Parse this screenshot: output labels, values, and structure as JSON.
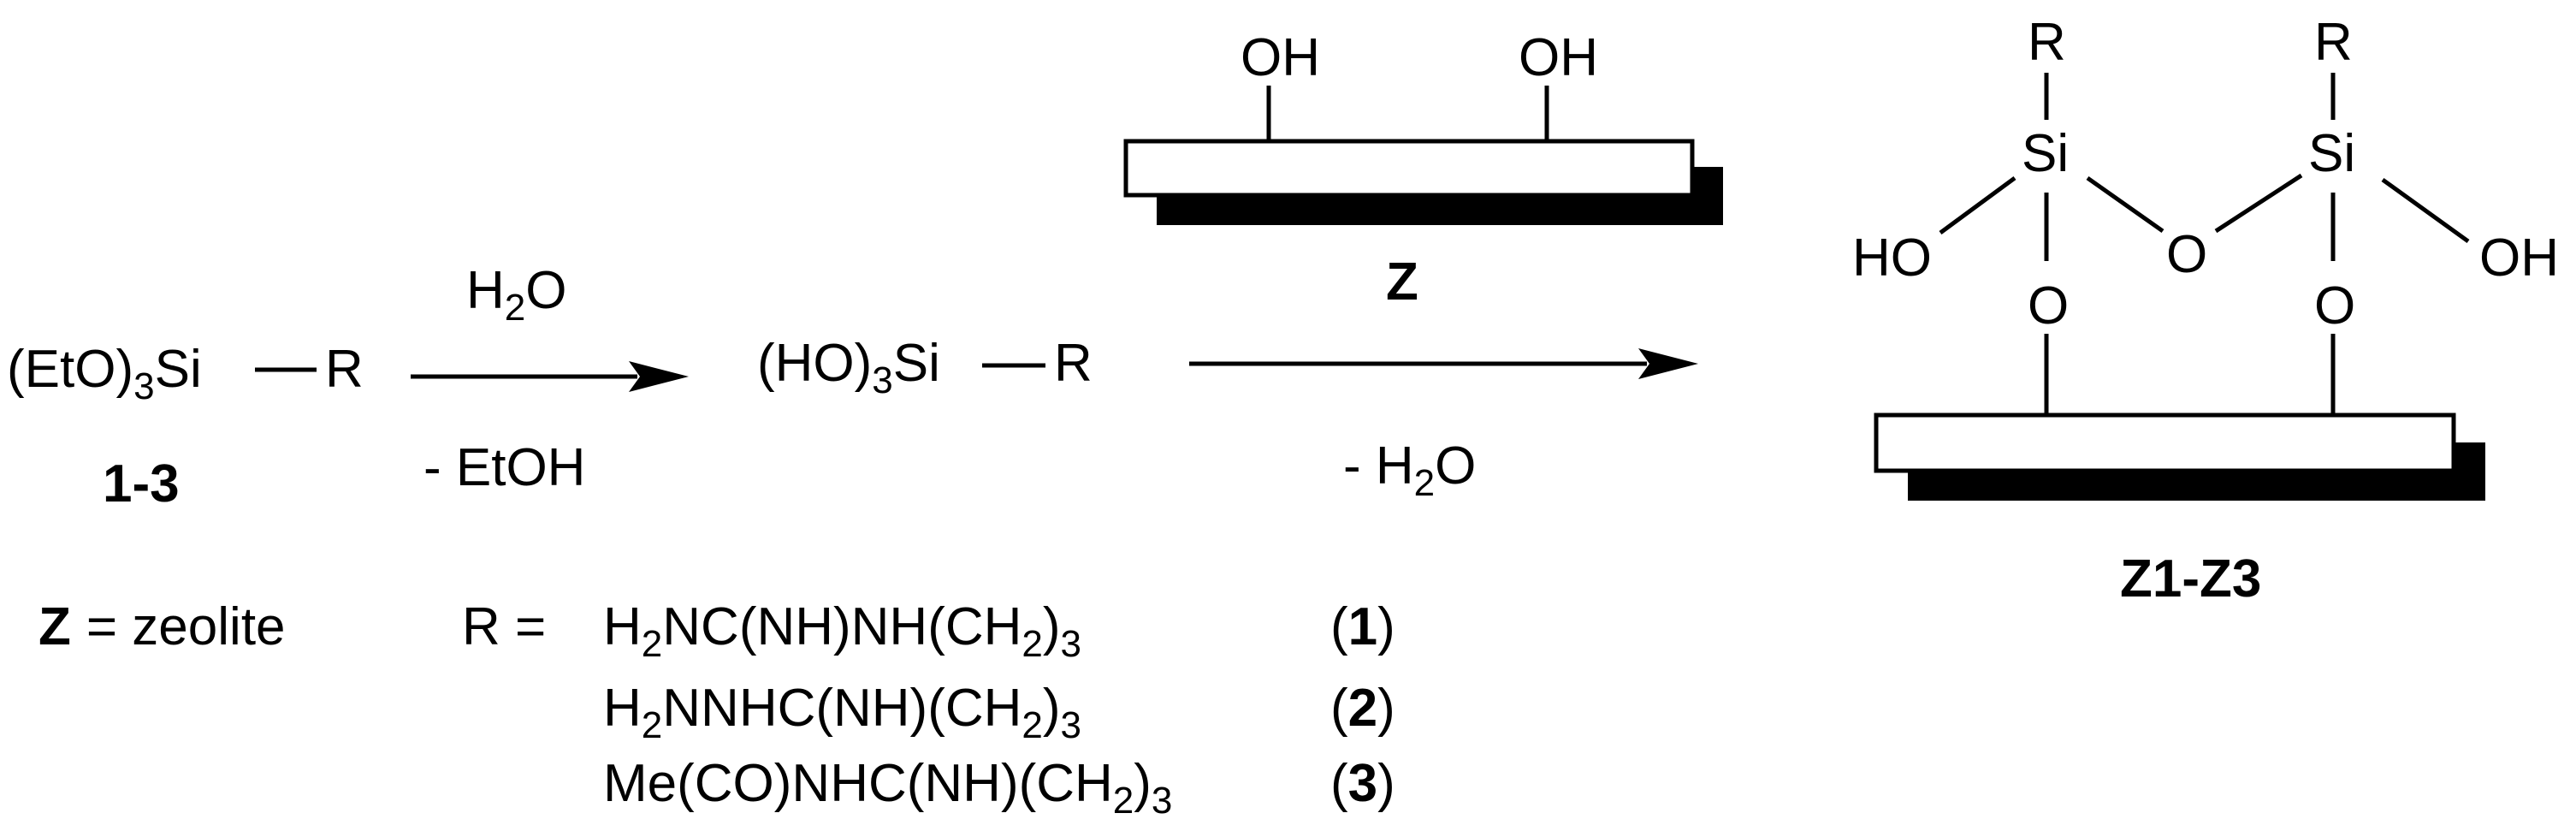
{
  "scheme": {
    "reactant": {
      "prefix": "(EtO)",
      "sub": "3",
      "rest": "Si",
      "r": "R",
      "label": "1-3"
    },
    "step1": {
      "above": {
        "pre": "H",
        "sub": "2",
        "post": "O"
      },
      "below": "- EtOH"
    },
    "intermediate": {
      "prefix": "(HO)",
      "sub": "3",
      "rest": "Si",
      "r": "R"
    },
    "surface": {
      "oh1": "OH",
      "oh2": "OH",
      "label": "Z"
    },
    "step2": {
      "below": {
        "pre": "- H",
        "sub": "2",
        "post": "O"
      }
    },
    "product": {
      "r1": "R",
      "r2": "R",
      "si1": "Si",
      "si2": "Si",
      "ho_left": "HO",
      "oh_right": "OH",
      "o_bridge": "O",
      "o_left": "O",
      "o_right": "O",
      "label": "Z1-Z3"
    }
  },
  "legend": {
    "z_symbol": "Z",
    "z_text": "= zeolite",
    "r_eq": "R =",
    "items": [
      {
        "parts": [
          "H",
          "2",
          "NC(NH)NH(CH",
          "2",
          ")",
          "3"
        ],
        "num_open": "(",
        "num": "1",
        "num_close": ")"
      },
      {
        "parts": [
          "H",
          "2",
          "NNHC(NH)(CH",
          "2",
          ")",
          "3"
        ],
        "num_open": "(",
        "num": "2",
        "num_close": ")"
      },
      {
        "parts": [
          "Me(CO)NHC(NH)(CH",
          "2",
          ")",
          "3"
        ],
        "num_open": "(",
        "num": "3",
        "num_close": ")"
      }
    ]
  }
}
